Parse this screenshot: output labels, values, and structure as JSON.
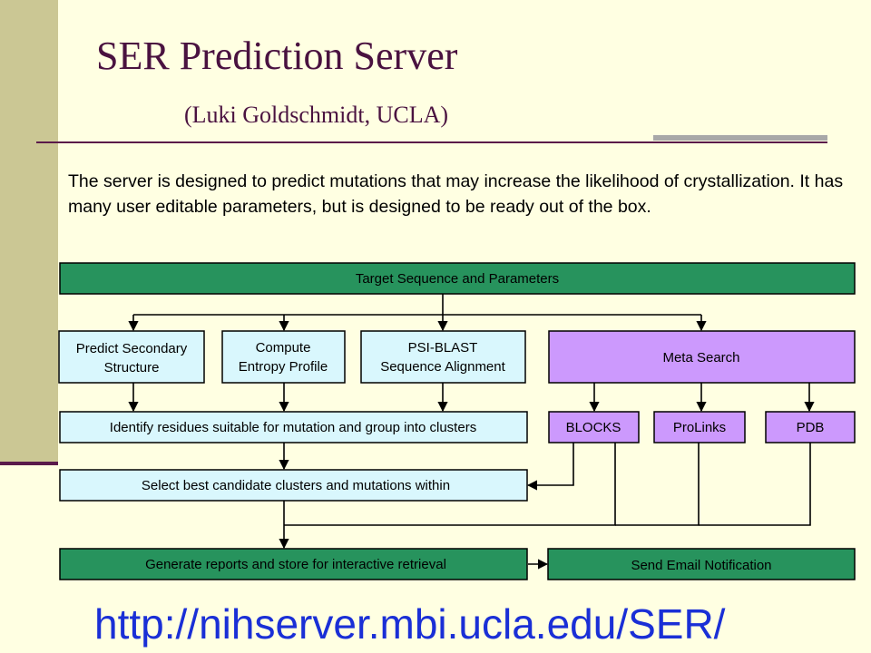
{
  "slide": {
    "title": "SER Prediction Server",
    "subtitle": "(Luki Goldschmidt, UCLA)",
    "intro": "The server is designed to predict mutations that may increase the likelihood of crystallization.  It has many user editable parameters, but is designed to be ready out of the box.",
    "url": "http://nihserver.mbi.ucla.edu/SER/"
  },
  "diagram": {
    "colors": {
      "green": "#27935d",
      "cyan": "#d9f7fd",
      "purple": "#cc99fd",
      "border": "#000000"
    },
    "boxes": {
      "target": "Target Sequence and Parameters",
      "secondary_1": "Predict Secondary",
      "secondary_2": "Structure",
      "entropy_1": "Compute",
      "entropy_2": "Entropy Profile",
      "psiblast_1": "PSI-BLAST",
      "psiblast_2": "Sequence Alignment",
      "meta": "Meta Search",
      "identify": "Identify residues suitable for mutation and group into clusters",
      "blocks": "BLOCKS",
      "prolinks": "ProLinks",
      "pdb": "PDB",
      "select": "Select best candidate clusters and mutations within",
      "reports": "Generate reports and store for interactive retrieval",
      "email": "Send Email Notification"
    }
  }
}
